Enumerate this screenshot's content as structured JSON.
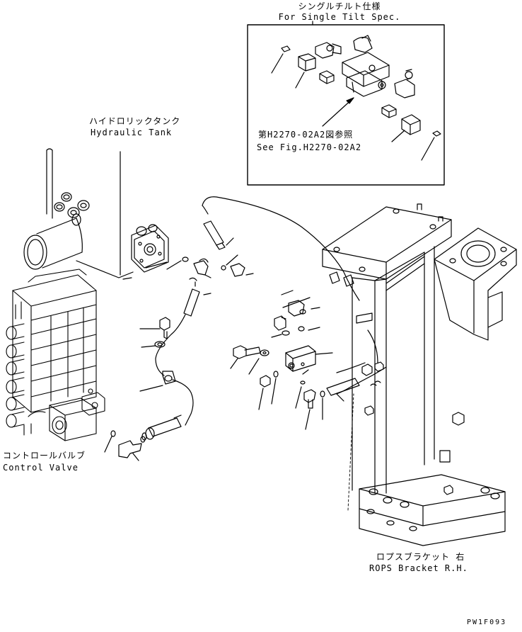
{
  "labels": {
    "single_tilt_jp": "シングルチルト仕様",
    "single_tilt_en": "For Single Tilt Spec.",
    "see_fig_jp": "第H2270-02A2図参照",
    "see_fig_en": "See Fig.H2270-02A2",
    "hydraulic_tank_jp": "ハイドロリックタンク",
    "hydraulic_tank_en": "Hydraulic Tank",
    "control_valve_jp": "コントロールバルブ",
    "control_valve_en": "Control Valve",
    "rops_bracket_jp": "ロプスブラケット 右",
    "rops_bracket_en": "ROPS Bracket R.H.",
    "drawing_code": "PW1F093"
  }
}
